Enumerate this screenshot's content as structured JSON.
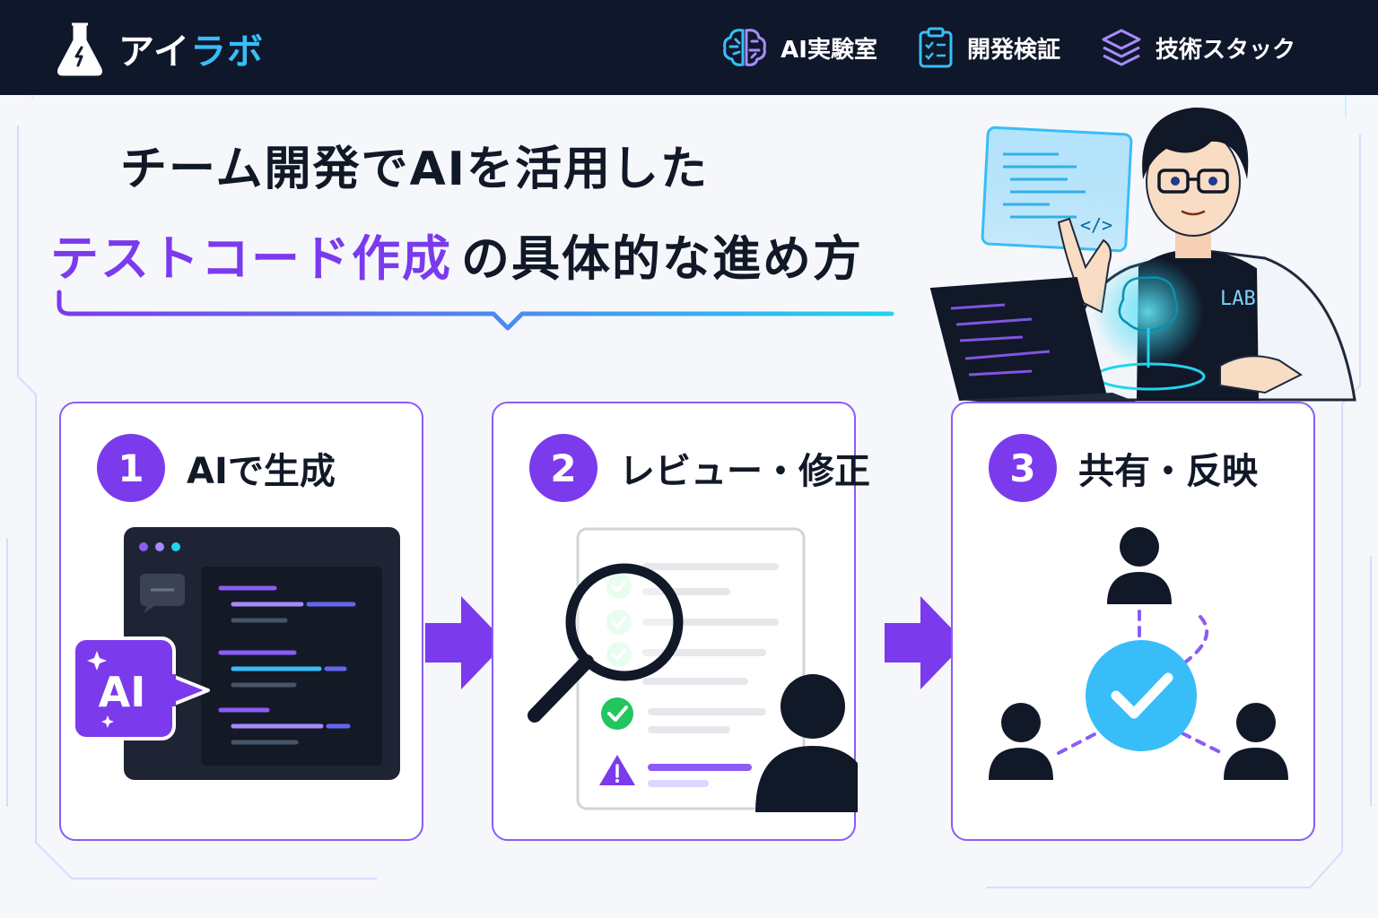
{
  "brand": {
    "name_part1": "アイ",
    "name_part2": "ラボ",
    "accent_color": "#38bdf8"
  },
  "nav": {
    "items": [
      {
        "label": "AI実験室",
        "icon": "brain-icon"
      },
      {
        "label": "開発検証",
        "icon": "checklist-icon"
      },
      {
        "label": "技術スタック",
        "icon": "layers-icon"
      }
    ]
  },
  "headline": {
    "line1": "チーム開発でAIを活用した",
    "line2_highlight": "テストコード作成",
    "line2_rest": "の具体的な進め方"
  },
  "colors": {
    "purple": "#7c3aed",
    "cyan": "#38bdf8",
    "dark": "#0f172a"
  },
  "steps": [
    {
      "number": "1",
      "title": "AIで生成",
      "badge": "AI"
    },
    {
      "number": "2",
      "title": "レビュー・修正"
    },
    {
      "number": "3",
      "title": "共有・反映"
    }
  ],
  "illustration": {
    "hoodie_text": "LAB"
  }
}
